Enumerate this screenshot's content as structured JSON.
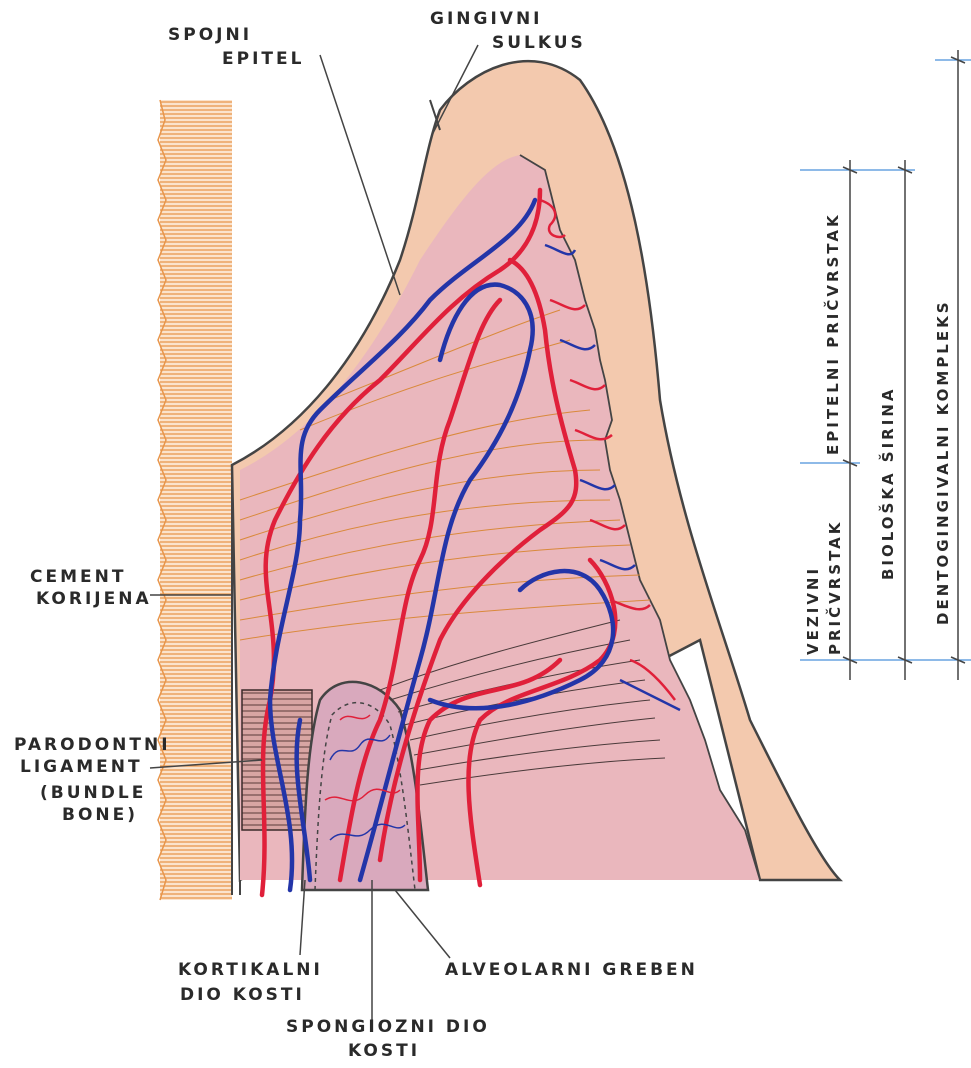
{
  "labels": {
    "spojni_epitel": [
      "SPOJNI",
      "EPITEL"
    ],
    "gingivni_sulkus": [
      "GINGIVNI",
      "SULKUS"
    ],
    "cement": [
      "CEMENT",
      "KORIJENA"
    ],
    "parodontni": [
      "PARODONTNI",
      "LIGAMENT",
      "(BUNDLE",
      "BONE)"
    ],
    "kortikalni": [
      "KORTIKALNI",
      "DIO KOSTI"
    ],
    "alveolarni": "ALVEOLARNI GREBEN",
    "spongiozni": [
      "SPONGIOZNI DIO",
      "KOSTI"
    ]
  },
  "dimensions": {
    "epitelni": "EPITELNI PRIČVRSTAK",
    "vezivni": [
      "VEZIVNI",
      "PRIČVRSTAK"
    ],
    "bioloska": "BIOLOŠKA ŠIRINA",
    "dentogingivalni": "DENTOGINGIVALNI KOMPLEKS"
  },
  "colors": {
    "cementum": "#e8954a",
    "gingiva_outer": "#f2c3a6",
    "connective": "#e9b3bb",
    "artery": "#e0203a",
    "vein": "#2335a8",
    "dimension_line": "#4a90d9",
    "ink": "#2a2a2a"
  }
}
